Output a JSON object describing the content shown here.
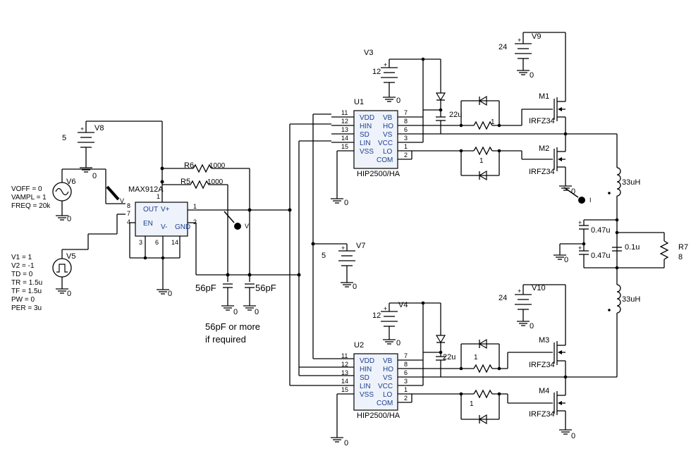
{
  "sources": {
    "v8": {
      "name": "V8",
      "value": "5"
    },
    "v6": {
      "name": "V6",
      "params": [
        "VOFF = 0",
        "VAMPL = 1",
        "FREQ = 20k"
      ]
    },
    "v5": {
      "name": "V5",
      "params": [
        "V1 = 1",
        "V2 = -1",
        "TD = 0",
        "TR = 1.5u",
        "TF = 1.5u",
        "PW = 0",
        "PER = 3u"
      ]
    },
    "v3": {
      "name": "V3",
      "value": "12"
    },
    "v4": {
      "name": "V4",
      "value": "12"
    },
    "v7": {
      "name": "V7",
      "value": "5"
    },
    "v9": {
      "name": "V9",
      "value": "24"
    },
    "v10": {
      "name": "V10",
      "value": "24"
    }
  },
  "comparator": {
    "name": "MAX912A",
    "pins": {
      "in_p": "8",
      "in_n": "7",
      "in_x": "4",
      "p3": "3",
      "p6": "6",
      "p14": "14",
      "out": "1",
      "out2": "2",
      "vplus": "1"
    },
    "labels": {
      "en": "EN",
      "out": "OUT",
      "vplus": "V+",
      "vminus": "V-",
      "gnd": "GND"
    }
  },
  "resistors": {
    "r6": {
      "name": "R6",
      "value": "1000"
    },
    "r5": {
      "name": "R5",
      "value": "1000"
    },
    "r7": {
      "name": "R7",
      "value": "8"
    },
    "gate_r": "1"
  },
  "capacitors": {
    "c1": "56pF",
    "c2": "56pF",
    "boot": "22u",
    "out1": "0.47u",
    "out2": "0.47u",
    "out3": "0.1u"
  },
  "inductors": {
    "l1": "33uH",
    "l2": "33uH"
  },
  "drivers": {
    "u1": {
      "name": "U1",
      "part": "HIP2500/HA"
    },
    "u2": {
      "name": "U2",
      "part": "HIP2500/HA"
    },
    "pins_left": [
      "VDD",
      "HIN",
      "SD",
      "LIN",
      "VSS"
    ],
    "pins_right": [
      "VB",
      "HO",
      "VS",
      "VCC",
      "LO",
      "COM"
    ],
    "nums_left": [
      "11",
      "12",
      "13",
      "14",
      "15"
    ],
    "nums_right": [
      "7",
      "8",
      "6",
      "3",
      "1",
      "2"
    ]
  },
  "mosfets": {
    "m1": {
      "name": "M1",
      "part": "IRFZ34"
    },
    "m2": {
      "name": "M2",
      "part": "IRFZ34"
    },
    "m3": {
      "name": "M3",
      "part": "IRFZ34"
    },
    "m4": {
      "name": "M4",
      "part": "IRFZ34"
    }
  },
  "probes": {
    "v": "V",
    "i": "I"
  },
  "ground": "0",
  "note": [
    "56pF or more",
    "if required"
  ]
}
